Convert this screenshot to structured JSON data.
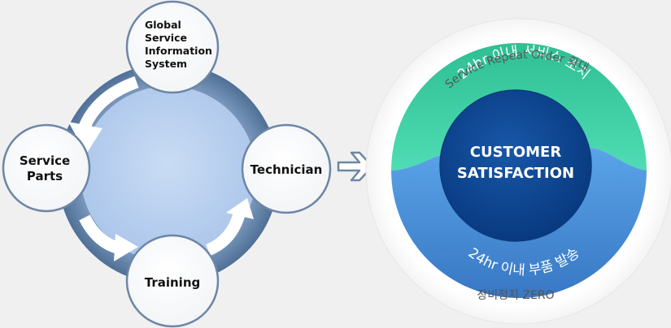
{
  "left_cycle": {
    "nodes": {
      "top_lines": [
        "Global",
        "Service",
        "Information",
        "System"
      ],
      "left_lines": [
        "Service",
        "Parts"
      ],
      "right_label": "Technician",
      "bottom_label": "Training"
    }
  },
  "right_diagram": {
    "center_lines": [
      "CUSTOMER",
      "SATISFACTION"
    ],
    "top_band_label": "24hr 이내 서비스 조치",
    "bottom_band_label": "24hr 이내 부품 발송",
    "outer_top_label": "Service Repeat Order 확대",
    "outer_bottom_label": "장비정지 ZERO"
  },
  "colors": {
    "ring_outer": "#5d80a6",
    "inner_disc": "#b4cdee",
    "node_stroke": "#6d86a5",
    "green_band": "#38c9a0",
    "blue_band": "#4a90d8",
    "center_dark": "#0a3f8a"
  }
}
